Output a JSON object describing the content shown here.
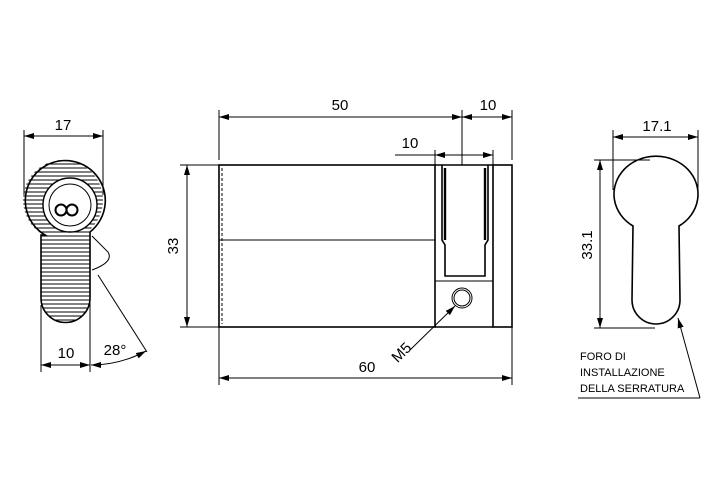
{
  "left_view": {
    "width": "17",
    "lug_width": "10",
    "cam_angle": "28°"
  },
  "side_view": {
    "body_length": "50",
    "cam_section": "10",
    "slot_width": "10",
    "height": "33",
    "total_length": "60",
    "screw": "M5"
  },
  "cutout_view": {
    "width": "17.1",
    "height": "33.1",
    "note_lines": [
      "FORO DI",
      "INSTALLAZIONE",
      "DELLA SERRATURA"
    ]
  }
}
